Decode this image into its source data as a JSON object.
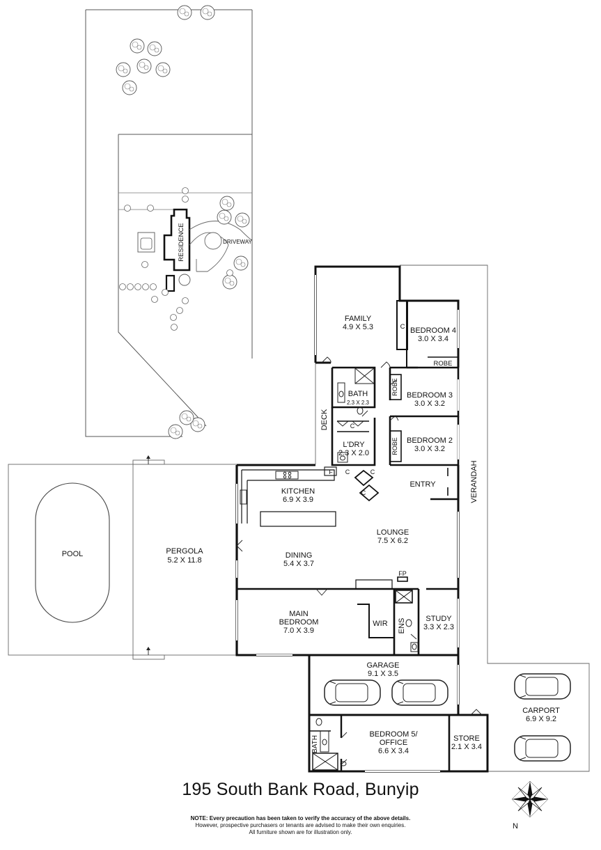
{
  "site_labels": {
    "residence": "RESIDENCE",
    "driveway": "DRIVEWAY"
  },
  "rooms": {
    "family": {
      "name": "FAMILY",
      "size": "4.9 X 5.3"
    },
    "bedroom4": {
      "name": "BEDROOM 4",
      "size": "3.0 X 3.4"
    },
    "robe4": "ROBE",
    "bath": {
      "name": "BATH",
      "size": "2.3 X 2.3"
    },
    "bedroom3": {
      "name": "BEDROOM 3",
      "size": "3.0 X 3.2"
    },
    "robe3": "ROBE",
    "deck": "DECK",
    "laundry": {
      "name": "L'DRY",
      "size": "2.3 X 2.0"
    },
    "bedroom2": {
      "name": "BEDROOM 2",
      "size": "3.0 X 3.2"
    },
    "robe2": "ROBE",
    "verandah": "VERANDAH",
    "entry": "ENTRY",
    "kitchen": {
      "name": "KITCHEN",
      "size": "6.9 X 3.9"
    },
    "pool": "POOL",
    "pergola": {
      "name": "PERGOLA",
      "size": "5.2 X 11.8"
    },
    "dining": {
      "name": "DINING",
      "size": "5.4 X 3.7"
    },
    "lounge": {
      "name": "LOUNGE",
      "size": "7.5 X 6.2"
    },
    "fireplace": "FP",
    "main_bedroom": {
      "name_line1": "MAIN",
      "name_line2": "BEDROOM",
      "size": "7.0 X 3.9"
    },
    "wir": "WIR",
    "ens": "ENS",
    "study": {
      "name": "STUDY",
      "size": "3.3 X 2.3"
    },
    "garage": {
      "name": "GARAGE",
      "size": "9.1 X 3.5"
    },
    "carport": {
      "name": "CARPORT",
      "size": "6.9 X 9.2"
    },
    "bath2": "BATH",
    "bedroom5": {
      "name_line1": "BEDROOM 5/",
      "name_line2": "OFFICE",
      "size": "6.6 X 3.4"
    },
    "store": {
      "name": "STORE",
      "size": "2.1 X 3.4"
    },
    "cupboard": "C",
    "fridge": "F"
  },
  "address": "195 South Bank Road, Bunyip",
  "note": {
    "line1": "NOTE: Every precaution has been taken to verify the accuracy of the above details.",
    "line2": "However, prospective purchasers or tenants are advised to make their own enquiries.",
    "line3": "All furniture shown are for illustration only."
  },
  "compass": {
    "label": "N"
  }
}
